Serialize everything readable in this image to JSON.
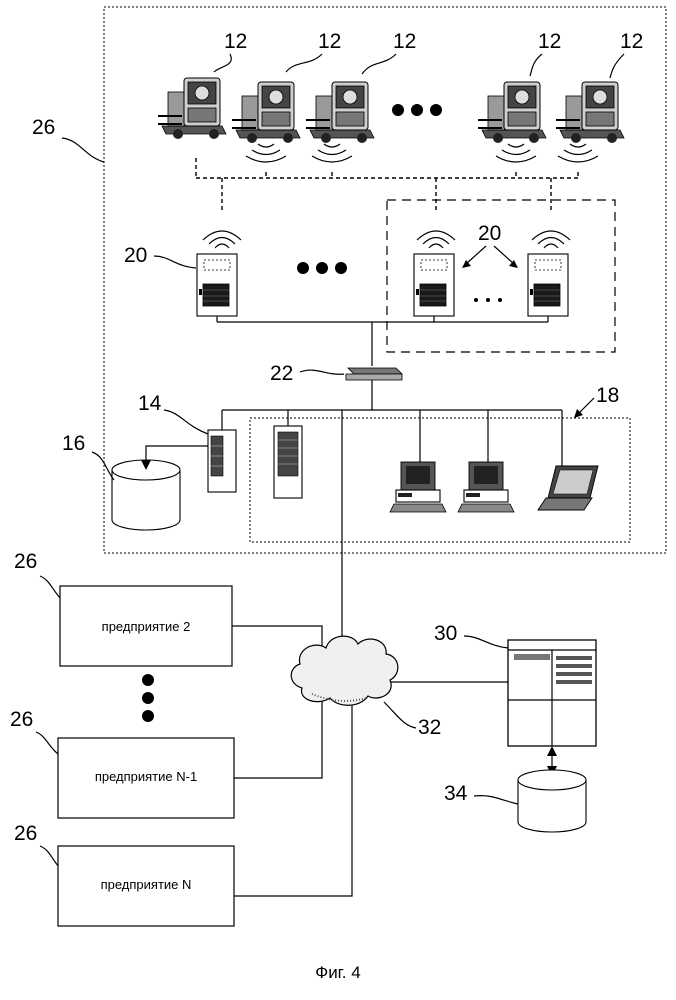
{
  "refs": {
    "vehicle": "12",
    "enterprise": "26",
    "access_point": "20",
    "switch": "22",
    "server": "14",
    "database": "16",
    "workstations": "18",
    "remote_server": "30",
    "network": "32",
    "remote_database": "34"
  },
  "enterprises": {
    "second": "предприятие 2",
    "penultimate": "предприятие N-1",
    "last": "предприятие N"
  },
  "caption": "Фиг. 4"
}
